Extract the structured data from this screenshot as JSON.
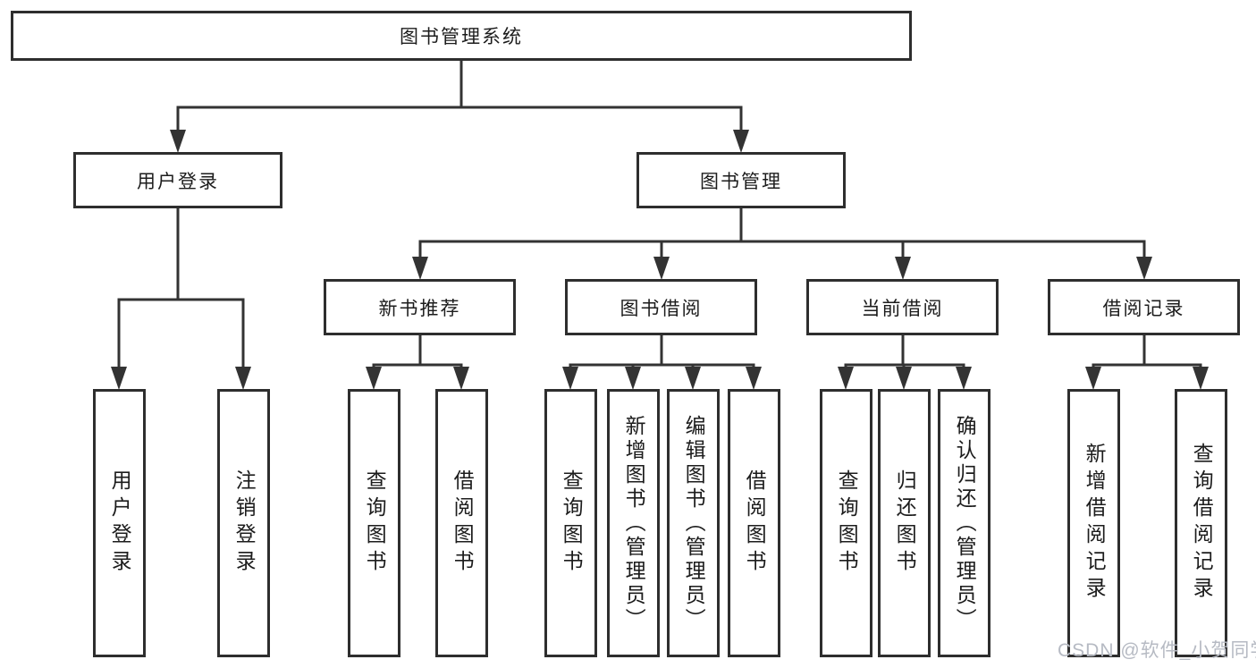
{
  "nodes": {
    "root": {
      "label": "图书管理系统"
    },
    "user_login": {
      "label": "用户登录"
    },
    "book_mgmt": {
      "label": "图书管理"
    },
    "new_book": {
      "label": "新书推荐"
    },
    "book_borrow": {
      "label": "图书借阅"
    },
    "current_borrow": {
      "label": "当前借阅"
    },
    "borrow_record": {
      "label": "借阅记录"
    },
    "leaf_user_login": {
      "label": "用户登录"
    },
    "leaf_logout": {
      "label": "注销登录"
    },
    "leaf_nb_query": {
      "label": "查询图书"
    },
    "leaf_nb_borrow": {
      "label": "借阅图书"
    },
    "leaf_bb_query": {
      "label": "查询图书"
    },
    "leaf_bb_add": {
      "label": "新增图书（管理员）"
    },
    "leaf_bb_edit": {
      "label": "编辑图书（管理员）"
    },
    "leaf_bb_borrow": {
      "label": "借阅图书"
    },
    "leaf_cb_query": {
      "label": "查询图书"
    },
    "leaf_cb_return": {
      "label": "归还图书"
    },
    "leaf_cb_confirm": {
      "label": "确认归还（管理员）"
    },
    "leaf_br_add": {
      "label": "新增借阅记录"
    },
    "leaf_br_query": {
      "label": "查询借阅记录"
    }
  },
  "watermark": {
    "text": "CSDN @软件_小贺同学"
  },
  "colors": {
    "line": "#333333",
    "border": "#2e2e2e",
    "text": "#1c1c1c",
    "background": "#ffffff",
    "watermark": "#b6bac3"
  }
}
